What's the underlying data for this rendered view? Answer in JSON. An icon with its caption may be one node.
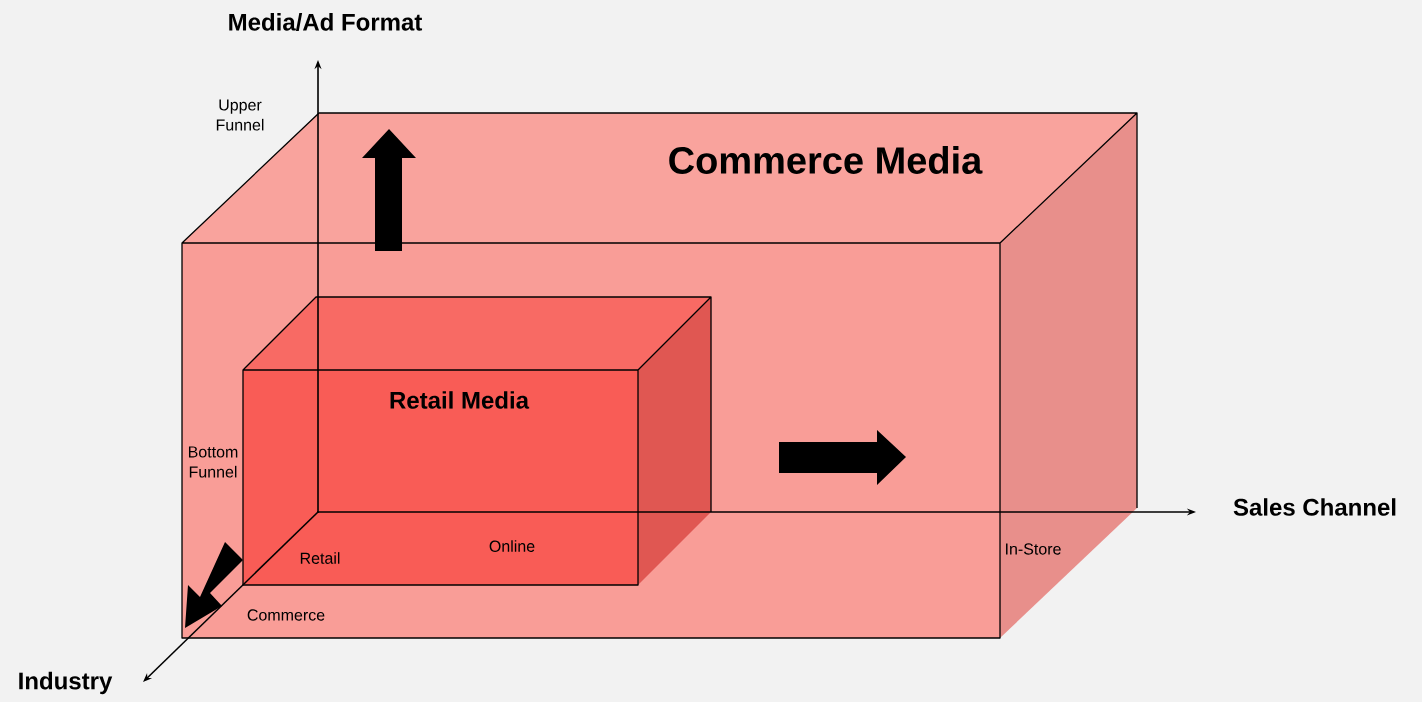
{
  "diagram": {
    "nodes": [
      {
        "text": [
          "Commerce Media"
        ]
      },
      {
        "text": [
          "Retail Media"
        ],
        "in": 0
      }
    ],
    "labels": [
      "Media/Ad Format",
      "Upper Funnel",
      "Bottom Funnel",
      "Sales Channel",
      "Online",
      "In-Store",
      "Retail",
      "Commerce",
      "Industry"
    ]
  }
}
